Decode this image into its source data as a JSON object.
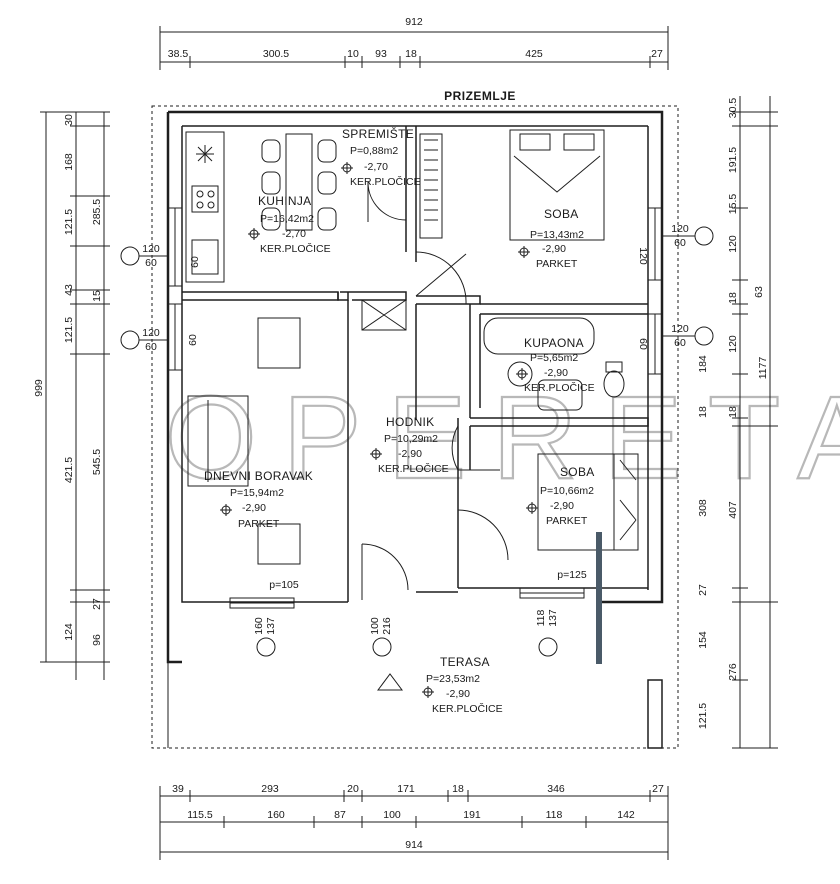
{
  "plan_title": "PRIZEMLJE",
  "watermark": "OPERETA",
  "rooms": [
    {
      "id": "kuhinja",
      "name": "KUHINJA",
      "area": "P=16,42m2",
      "height": "-2,70",
      "floor": "KER.PLOČICE"
    },
    {
      "id": "spremiste",
      "name": "SPREMIŠTE",
      "area": "P=0,88m2",
      "height": "-2,70",
      "floor": "KER.PLOČICE"
    },
    {
      "id": "soba1",
      "name": "SOBA",
      "area": "P=13,43m2",
      "height": "-2,90",
      "floor": "PARKET"
    },
    {
      "id": "kupaona",
      "name": "KUPAONA",
      "area": "P=5,65m2",
      "height": "-2,90",
      "floor": "KER.PLOČICE"
    },
    {
      "id": "hodnik",
      "name": "HODNIK",
      "area": "P=10,29m2",
      "height": "-2,90",
      "floor": "KER.PLOČICE"
    },
    {
      "id": "soba2",
      "name": "SOBA",
      "area": "P=10,66m2",
      "height": "-2,90",
      "floor": "PARKET"
    },
    {
      "id": "dnevni",
      "name": "DNEVNI BORAVAK",
      "area": "P=15,94m2",
      "height": "-2,90",
      "floor": "PARKET"
    },
    {
      "id": "terasa",
      "name": "TERASA",
      "area": "P=23,53m2",
      "height": "-2,90",
      "floor": "KER.PLOČICE"
    }
  ],
  "top_total": "912",
  "top_dims": [
    "38.5",
    "300.5",
    "10",
    "93",
    "18",
    "425",
    "27"
  ],
  "bottom_dims_row1": [
    "39",
    "293",
    "20",
    "171",
    "18",
    "346",
    "27"
  ],
  "bottom_dims_row2": [
    "115.5",
    "160",
    "87",
    "100",
    "191",
    "118",
    "142"
  ],
  "bottom_total": "914",
  "left_outer_total": "999",
  "left_col1": [
    "30",
    "168",
    "121.5",
    "43",
    "121.5",
    "421.5",
    "27",
    "124"
  ],
  "left_col2": [
    "285.5",
    "15",
    "545.5",
    "96"
  ],
  "right_col1": [
    "30.5",
    "191.5",
    "15.5",
    "120",
    "18",
    "63",
    "120",
    "18",
    "184",
    "18",
    "308",
    "27",
    "154",
    "121.5"
  ],
  "right_col2": [
    "1177",
    "407",
    "276"
  ],
  "window_labels": {
    "kuhinja_left": [
      "120",
      "60"
    ],
    "dnevni_left": [
      "120",
      "60"
    ],
    "soba1_right": [
      "120",
      "60"
    ],
    "kupaona_right": [
      "120",
      "60"
    ],
    "soba1_inner": "120",
    "dnevni_inner": "60",
    "kupaona_inner": "60"
  },
  "door_labels": {
    "dnevni_p": "p=105",
    "soba2_p": "p=125",
    "d1": [
      "160",
      "137"
    ],
    "d2": [
      "100",
      "216"
    ],
    "d3": [
      "118",
      "137"
    ]
  },
  "colors": {
    "line": "#1e1e1e",
    "watermark": "#b8b8b8",
    "marker": "#4a5a68"
  }
}
